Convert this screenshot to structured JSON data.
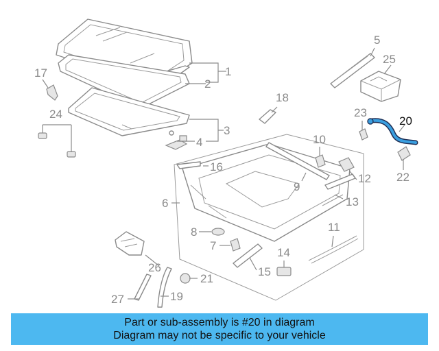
{
  "banner": {
    "line1": "Part or sub-assembly is #20 in diagram",
    "line2": "Diagram may not be specific to your vehicle"
  },
  "highlighted_part": "20",
  "colors": {
    "banner_bg": "#4db8f0",
    "highlight_part": "#3a9fe0",
    "line_art": "#8a8a8a",
    "text_highlight": "#111111"
  },
  "callouts": {
    "c1": "1",
    "c2": "2",
    "c3": "3",
    "c4": "4",
    "c5": "5",
    "c6": "6",
    "c7": "7",
    "c8": "8",
    "c9": "9",
    "c10": "10",
    "c11": "11",
    "c12": "12",
    "c13": "13",
    "c14": "14",
    "c15": "15",
    "c16": "16",
    "c17": "17",
    "c18": "18",
    "c19": "19",
    "c20": "20",
    "c21": "21",
    "c22": "22",
    "c23": "23",
    "c24": "24",
    "c25": "25",
    "c26": "26",
    "c27": "27"
  }
}
